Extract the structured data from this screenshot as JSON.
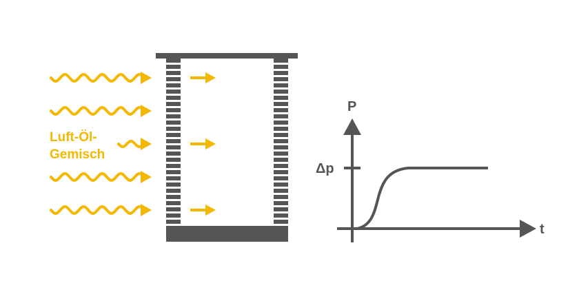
{
  "diagram": {
    "inflow_label": {
      "line1": "Luft-Öl-",
      "line2": "Gemisch"
    },
    "graph": {
      "y_axis_label": "P",
      "x_axis_label": "t",
      "level_label": "Δp"
    }
  },
  "colors": {
    "flow": "#F5B800",
    "structure": "#555555",
    "background": "#FFFFFF"
  },
  "icons": {
    "wave": "wavy-arrow-icon",
    "arrow": "arrow-right-icon"
  }
}
